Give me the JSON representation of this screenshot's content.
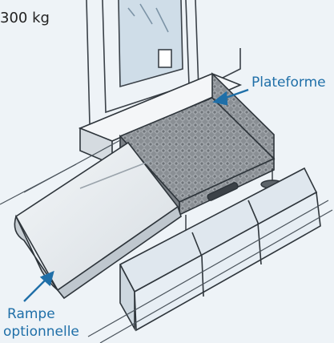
{
  "weight_label": "300 kg",
  "platform_label": "Plateforme",
  "ramp_label_line1": "Rampe",
  "ramp_label_line2": "optionnelle",
  "colors": {
    "label_blue": "#1f6fa8",
    "background": "#eef3f7",
    "plate_gray": "#8a8f94",
    "stone": "#dfe7ee"
  }
}
